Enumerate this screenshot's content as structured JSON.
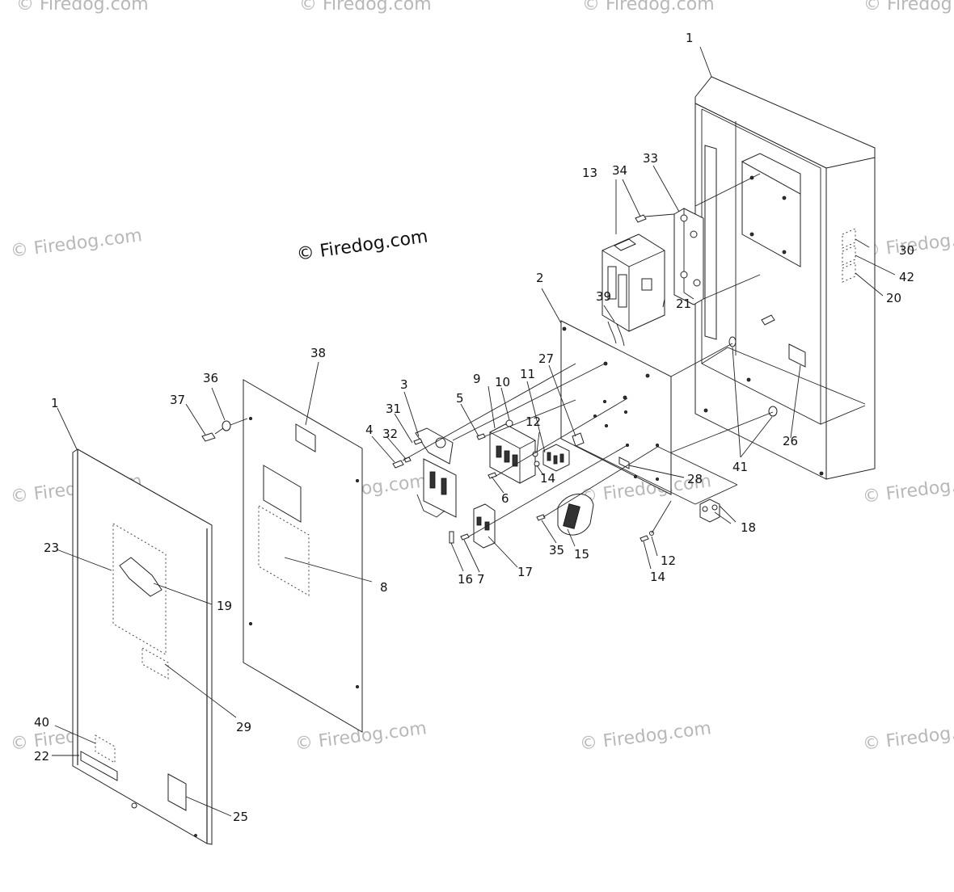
{
  "watermarks": {
    "main": "© Firedog.com",
    "repeat": "© Firedog.com"
  },
  "callouts": {
    "n1_enclosure": "1",
    "n1_door": "1",
    "n2": "2",
    "n3": "3",
    "n4": "4",
    "n5": "5",
    "n6": "6",
    "n7": "7",
    "n8": "8",
    "n9": "9",
    "n10": "10",
    "n11": "11",
    "n12_a": "12",
    "n12_b": "12",
    "n13": "13",
    "n14_a": "14",
    "n14_b": "14",
    "n15": "15",
    "n16": "16",
    "n17": "17",
    "n18": "18",
    "n19": "19",
    "n20": "20",
    "n21": "21",
    "n22": "22",
    "n23": "23",
    "n25": "25",
    "n26": "26",
    "n27": "27",
    "n28": "28",
    "n29": "29",
    "n30": "30",
    "n31": "31",
    "n32": "32",
    "n33": "33",
    "n34": "34",
    "n35": "35",
    "n36": "36",
    "n37": "37",
    "n38": "38",
    "n39": "39",
    "n40": "40",
    "n41": "41",
    "n42": "42"
  }
}
